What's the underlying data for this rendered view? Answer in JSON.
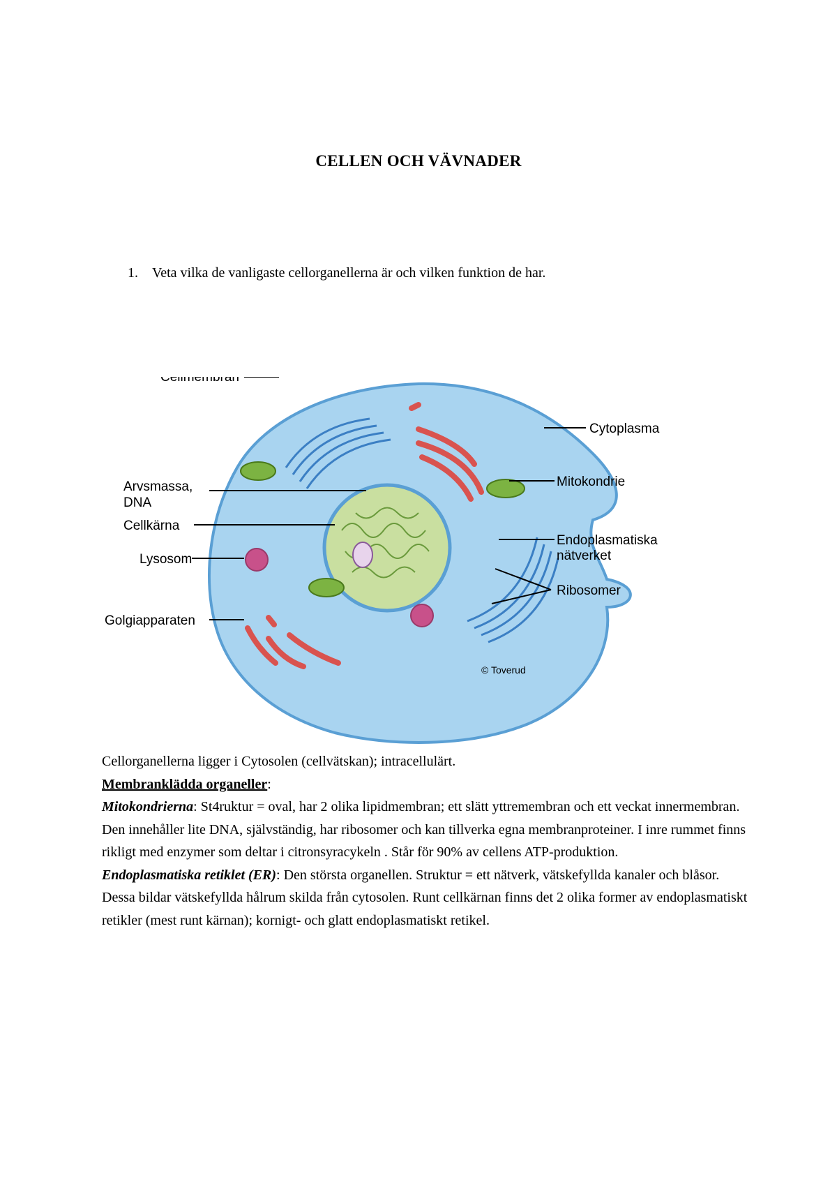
{
  "document": {
    "title": "CELLEN OCH VÄVNADER",
    "list": [
      {
        "number": "1.",
        "text": "Veta vilka de vanligaste cellorganellerna är och vilken funktion de har."
      }
    ]
  },
  "figure": {
    "labels": {
      "cellmembran": "Cellmembran",
      "cytoplasma": "Cytoplasma",
      "arvsmassa_line1": "Arvsmassa,",
      "arvsmassa_line2": "DNA",
      "mitokondrie": "Mitokondrie",
      "cellkarna": "Cellkärna",
      "er_line1": "Endoplasmatiska",
      "er_line2": "nätverket",
      "lysosom": "Lysosom",
      "ribosomer": "Ribosomer",
      "golgi": "Golgiapparaten",
      "copyright": "© Toverud"
    },
    "colors": {
      "cytoplasm": "#a9d4f0",
      "membrane": "#5a9fd4",
      "nucleus": "#c9dfa0",
      "organelle_red": "#d9534f",
      "mitochondria": "#7cb342",
      "lysosome": "#c8518a"
    }
  },
  "body": {
    "p1": "Cellorganellerna ligger i Cytosolen (cellvätskan); intracellulärt.",
    "heading": "Membranklädda organeller",
    "heading_suffix": ":",
    "mito_term": "Mitokondrierna",
    "mito_text": ": St4ruktur = oval, har 2 olika lipidmembran; ett slätt yttremembran och ett veckat innermembran. Den innehåller lite DNA, självständig, har ribosomer och kan tillverka egna membranproteiner. I inre rummet finns rikligt med enzymer som deltar i citronsyracykeln . Står för 90% av cellens ATP-produktion.",
    "er_term": "Endoplasmatiska retiklet (ER)",
    "er_text": ": Den största organellen. Struktur = ett nätverk, vätskefyllda kanaler och blåsor. Dessa bildar vätskefyllda hålrum skilda från cytosolen. Runt cellkärnan finns det 2 olika former av endoplasmatiskt retikler (mest runt kärnan); kornigt- och glatt endoplasmatiskt retikel."
  }
}
